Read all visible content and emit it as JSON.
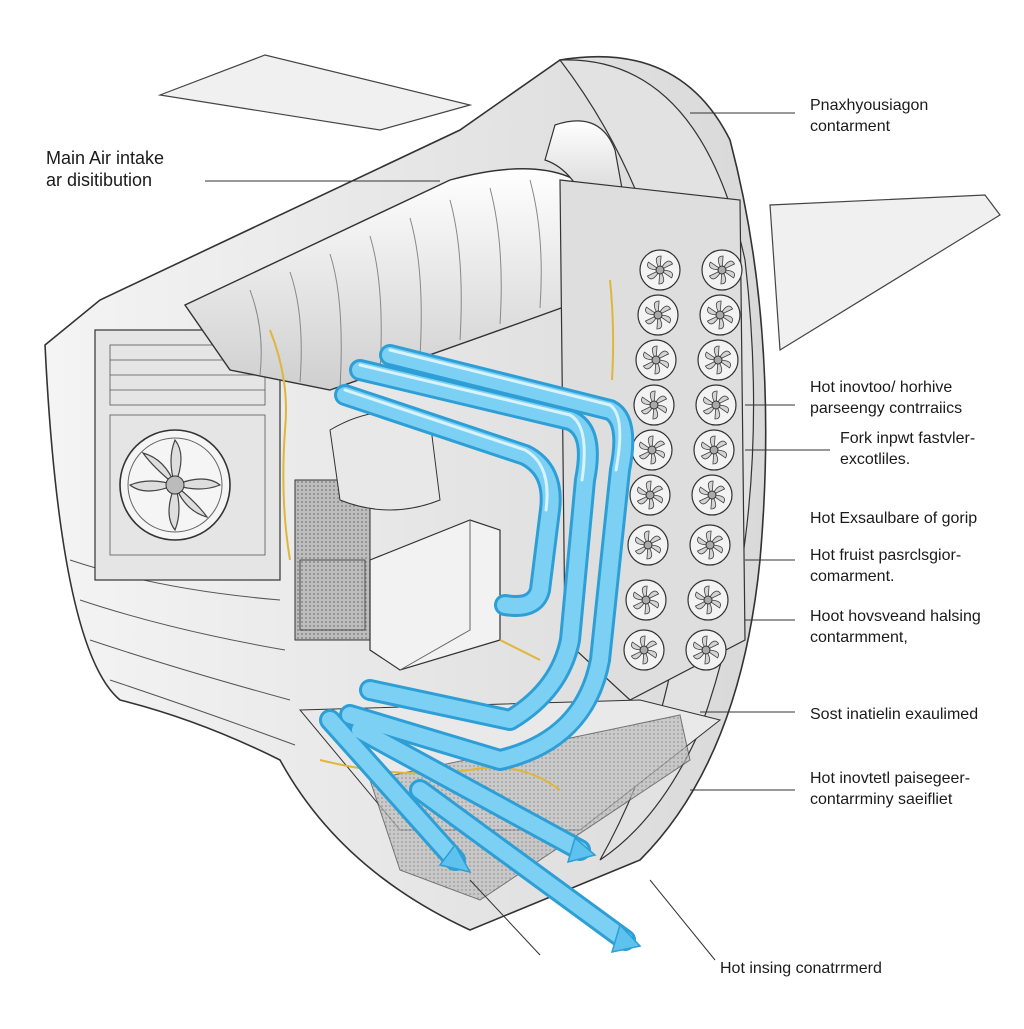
{
  "labels": {
    "main_intake": [
      "Main Air intake",
      "ar disitibution"
    ],
    "upper_right": [
      "Pnахhyousiagon",
      "contarment"
    ],
    "right_1": [
      "Hot inovtoo/ horhive",
      "parseengy contrraiics"
    ],
    "right_2": [
      "Fork inpwt fastvler-",
      "excotliles."
    ],
    "right_3": [
      "Hot Exsaulbare of gorip"
    ],
    "right_4": [
      "Hot fruist pasrclsgior-",
      "comarment."
    ],
    "right_5": [
      "Hoot hovsveand halsing",
      "contarmment,"
    ],
    "right_6": [
      "Sost inatielin exaulimed"
    ],
    "right_7": [
      "Hot inovtetl paisegeer-",
      "contarrminy saeifliet"
    ],
    "bottom": [
      "Hot insing conatrrmerd"
    ]
  },
  "colors": {
    "airflow": "#5ec2ee",
    "airflow_dark": "#2d9fd6",
    "airflow_light": "#c9ecfb",
    "line": "#3a3a3a",
    "panel": "#ececec",
    "wiring": "#e0b63a"
  },
  "icons": {
    "fan": "fan-icon",
    "arrow": "airflow-arrow-icon"
  }
}
